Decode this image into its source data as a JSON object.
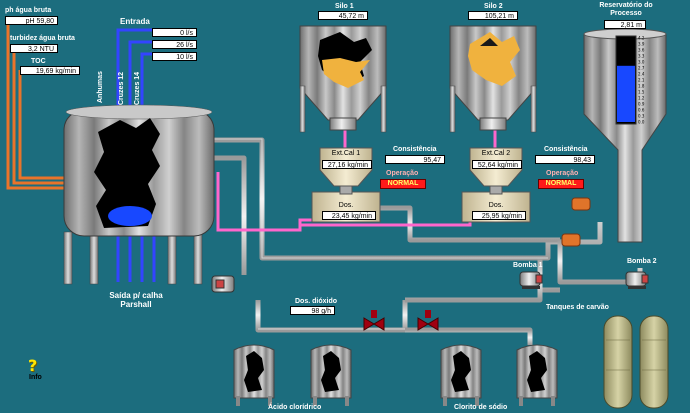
{
  "colors": {
    "background": "#1c6d7e",
    "alarm": "#ff1a1a",
    "flow_pink": "#ff66cc",
    "flow_blue": "#3344ff",
    "flow_orange": "#e8742a",
    "level_blue": "#1848ff"
  },
  "raw_water": {
    "ph_label": "ph água bruta",
    "ph_value": "pH 59,80",
    "turbidity_label": "turbidez água bruta",
    "turbidity_value": "3,2 NTU",
    "toc_label": "TOC",
    "toc_value": "19,69 kg/min"
  },
  "inlet": {
    "title": "Entrada",
    "flows": [
      "0 l/s",
      "26 l/s",
      "10 l/s"
    ],
    "pipe_labels": [
      "Anhumas",
      "Cruzes 12",
      "Cruzes 14"
    ]
  },
  "mixer": {
    "outlet_label": "Saída p/ calha Parshall",
    "level_fraction": 0.15
  },
  "silo1": {
    "title": "Silo 1",
    "level": "45,72 m",
    "fill_fraction": 0.35,
    "extractor_label": "Ext.Cal 1",
    "extractor_value": "27,16 kg/min",
    "dosing_label": "Dos.",
    "dosing_value": "23,45 kg/min",
    "consistency_label": "Consistência",
    "consistency_value": "95,47",
    "operation_label": "Operação",
    "operation_status": "NORMAL"
  },
  "silo2": {
    "title": "Silo 2",
    "level": "105,21 m",
    "fill_fraction": 0.75,
    "extractor_label": "Ext.Cal 2",
    "extractor_value": "52,64 kg/min",
    "dosing_label": "Dos.",
    "dosing_value": "25,95 kg/min",
    "consistency_label": "Consistência",
    "consistency_value": "98,43",
    "operation_label": "Operação",
    "operation_status": "NORMAL"
  },
  "reservoir": {
    "title": "Reservatório do Processo",
    "level": "2,81 m",
    "level_value": 2.81,
    "scale_max": 4.2,
    "scale": [
      "4.2",
      "3.9",
      "3.6",
      "3.3",
      "3.0",
      "2.7",
      "2.4",
      "2.1",
      "1.8",
      "1.5",
      "1.2",
      "0.9",
      "0.6",
      "0.3",
      "0.0"
    ]
  },
  "pumps": {
    "pump1": "Bomba 1",
    "pump2": "Bomba 2"
  },
  "carbon_tanks": {
    "label": "Tanques de carvão"
  },
  "dioxide": {
    "label": "Dos. dióxido",
    "value": "98 g/h"
  },
  "chemical_tanks": {
    "hcl_label": "Ácido clorídrico",
    "chlorite_label": "Clorito de sódio"
  },
  "info": {
    "label": "Info"
  }
}
